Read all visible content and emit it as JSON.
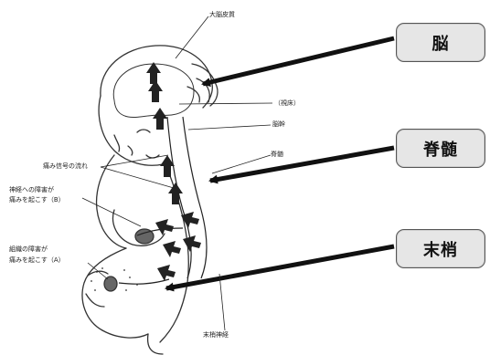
{
  "boxes": {
    "brain": "脳",
    "spinal_cord": "脊髄",
    "periphery": "末梢"
  },
  "labels": {
    "cerebral_cortex": "大脳皮質",
    "thalamus": "（視床）",
    "brainstem": "脳幹",
    "spinal": "脊髄",
    "pain_signal_flow": "痛み信号の流れ",
    "nerve_damage_line1": "神経への障害が",
    "nerve_damage_line2": "痛みを起こす（B）",
    "tissue_damage_line1": "組織の障害が",
    "tissue_damage_line2": "痛みを起こす（A）",
    "peripheral_nerve": "末梢神経"
  },
  "colors": {
    "box_fill": "#e6e6e6",
    "line": "#111111"
  }
}
